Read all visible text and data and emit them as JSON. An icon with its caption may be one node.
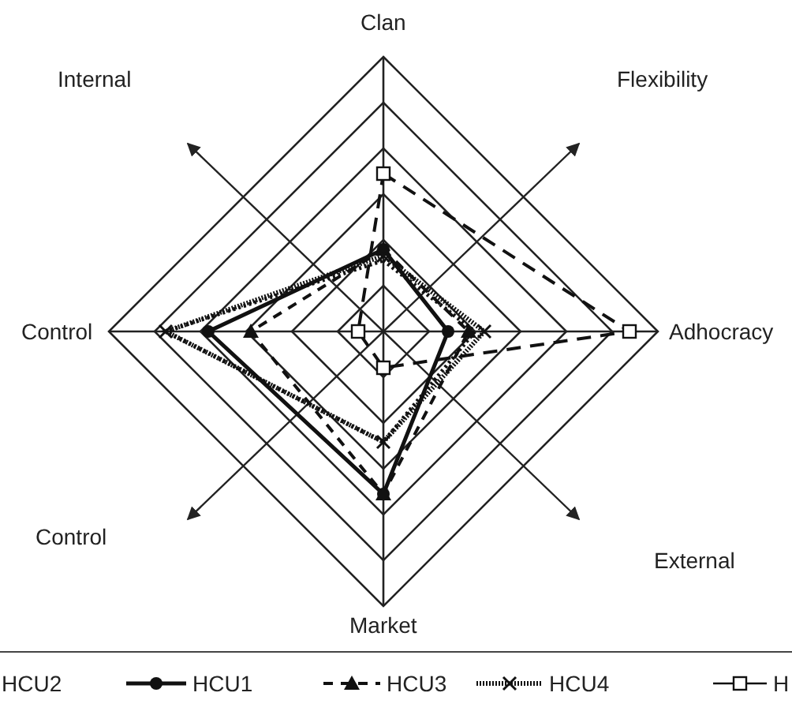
{
  "diagram": {
    "labels": [
      "Clan",
      "Internal",
      "Flexibility",
      "Control",
      "Adhocracy",
      "Control",
      "External",
      "Market"
    ],
    "legend": [
      {
        "text": "HCU2"
      },
      {
        "text": "HCU1"
      },
      {
        "text": "HCU3"
      },
      {
        "text": "HCU4"
      },
      {
        "text": "H"
      }
    ]
  }
}
